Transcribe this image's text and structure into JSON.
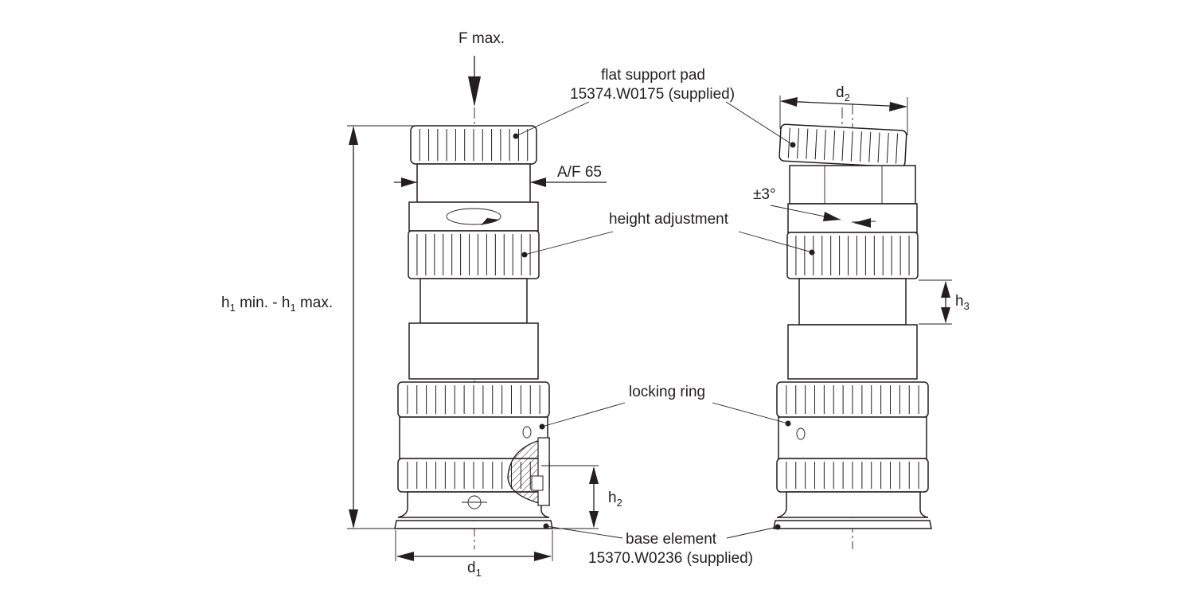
{
  "labels": {
    "f_max": "F max.",
    "flat_pad_line1": "flat support pad",
    "flat_pad_line2": "15374.W0175 (supplied)",
    "af": "A/F 65",
    "height_adjustment": "height adjustment",
    "h1_h": "h",
    "h1_sub": "1",
    "h1_min": " min. - h",
    "h1_sub2": "1",
    "h1_max": " max.",
    "locking_ring": "locking ring",
    "h2_h": "h",
    "h2_sub": "2",
    "base_line1": "base element",
    "base_line2": "15370.W0236 (supplied)",
    "d1_d": "d",
    "d1_sub": "1",
    "d2_d": "d",
    "d2_sub": "2",
    "tilt": "±3°",
    "h3_h": "h",
    "h3_sub": "3"
  }
}
